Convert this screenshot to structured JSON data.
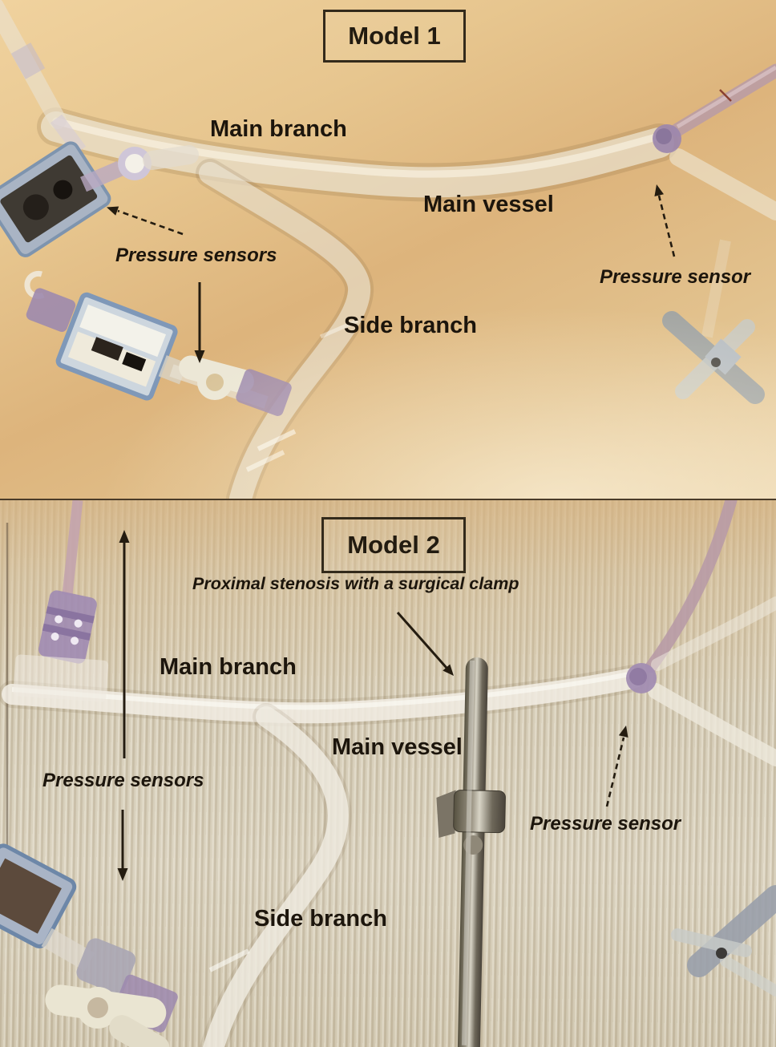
{
  "figure": {
    "type": "annotated-photographs",
    "caption_context": "Two in-vitro vessel phantom models with pressure sensors",
    "panels": [
      {
        "title": "Model 1",
        "labels": {
          "main_branch": "Main branch",
          "main_vessel": "Main vessel",
          "side_branch": "Side branch",
          "pressure_sensors": "Pressure sensors",
          "pressure_sensor": "Pressure sensor"
        }
      },
      {
        "title": "Model 2",
        "labels": {
          "stenosis": "Proximal stenosis with a surgical clamp",
          "main_branch": "Main branch",
          "main_vessel": "Main vessel",
          "side_branch": "Side branch",
          "pressure_sensors": "Pressure sensors",
          "pressure_sensor": "Pressure sensor"
        }
      }
    ],
    "colors": {
      "annotation_text": "#1c150c",
      "panel1_background": "#e0ba83",
      "panel2_background": "#cfc3ab",
      "tube": "#f0e9d8",
      "purple_connector": "#9c87ad",
      "clamp_metal": "#8a8274"
    }
  }
}
